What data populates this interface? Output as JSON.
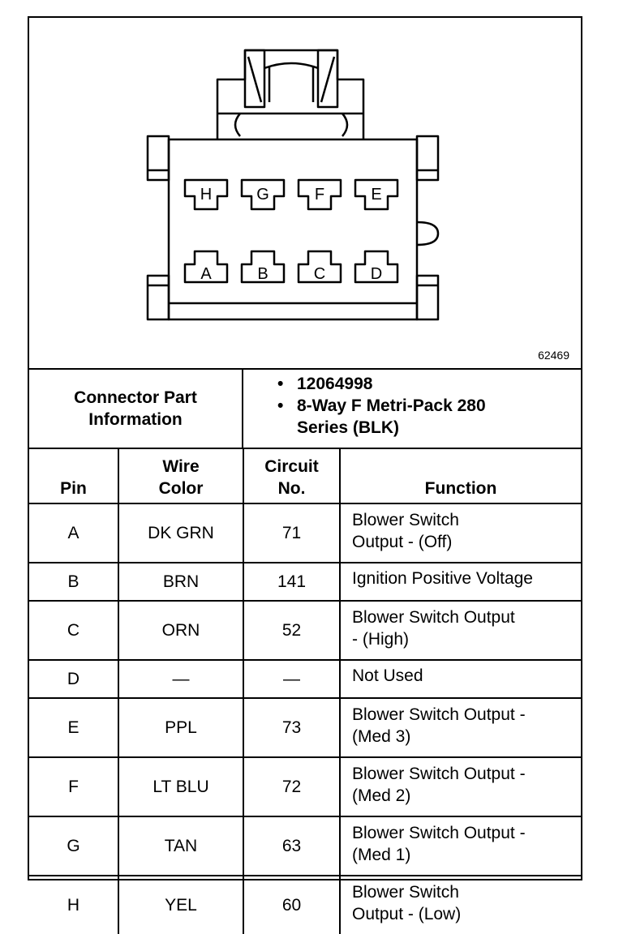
{
  "figure_number": "62469",
  "connector": {
    "cavities_top": [
      "H",
      "G",
      "F",
      "E"
    ],
    "cavities_bottom": [
      "A",
      "B",
      "C",
      "D"
    ]
  },
  "connector_info": {
    "label": "Connector Part Information",
    "items": [
      "12064998",
      "8-Way F Metri-Pack 280 Series (BLK)"
    ]
  },
  "table": {
    "headers": {
      "pin": "Pin",
      "wire_color": "Wire Color",
      "circuit": "Circuit No.",
      "function": "Function"
    },
    "rows": [
      {
        "pin": "A",
        "wire": "DK GRN",
        "circuit": "71",
        "function": "Blower Switch\nOutput - (Off)"
      },
      {
        "pin": "B",
        "wire": "BRN",
        "circuit": "141",
        "function": "Ignition Positive Voltage"
      },
      {
        "pin": "C",
        "wire": "ORN",
        "circuit": "52",
        "function": "Blower Switch Output\n- (High)"
      },
      {
        "pin": "D",
        "wire": "—",
        "circuit": "—",
        "function": "Not Used"
      },
      {
        "pin": "E",
        "wire": "PPL",
        "circuit": "73",
        "function": "Blower Switch Output -\n(Med 3)"
      },
      {
        "pin": "F",
        "wire": "LT BLU",
        "circuit": "72",
        "function": "Blower Switch Output -\n(Med 2)"
      },
      {
        "pin": "G",
        "wire": "TAN",
        "circuit": "63",
        "function": "Blower Switch Output -\n(Med 1)"
      },
      {
        "pin": "H",
        "wire": "YEL",
        "circuit": "60",
        "function": "Blower Switch\nOutput - (Low)"
      }
    ]
  }
}
